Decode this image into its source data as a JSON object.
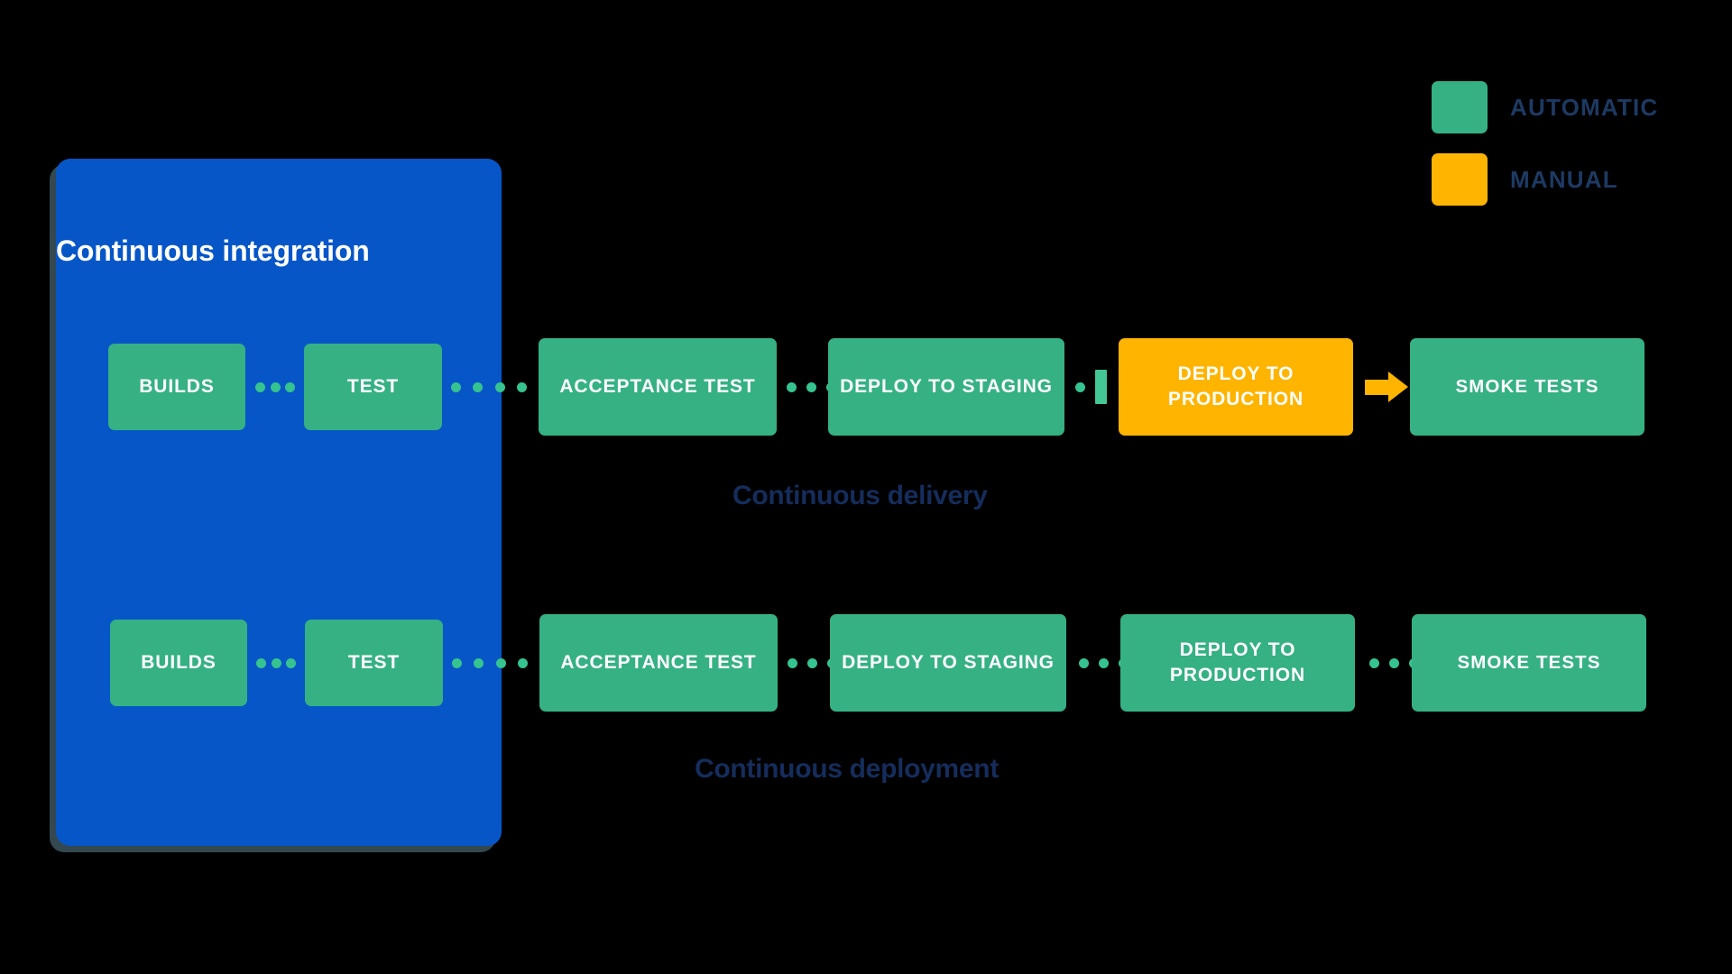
{
  "diagram": {
    "title": "Continuous integration",
    "ci_panel": {
      "label": "Continuous integration",
      "color": "#0656c8",
      "stages": [
        {
          "label": "BUILDS",
          "type": "automatic"
        },
        {
          "label": "TEST",
          "type": "automatic"
        }
      ]
    },
    "legend": {
      "items": [
        {
          "label": "AUTOMATIC",
          "color": "#35b183"
        },
        {
          "label": "MANUAL",
          "color": "#ffb400"
        }
      ]
    },
    "rows": [
      {
        "caption": "Continuous delivery",
        "stages": [
          {
            "label": "BUILDS",
            "type": "automatic"
          },
          {
            "label": "TEST",
            "type": "automatic"
          },
          {
            "label": "ACCEPTANCE TEST",
            "type": "automatic"
          },
          {
            "label": "DEPLOY TO STAGING",
            "type": "automatic"
          },
          {
            "label": "DEPLOY TO PRODUCTION",
            "type": "manual"
          },
          {
            "label": "SMOKE TESTS",
            "type": "automatic"
          }
        ],
        "connectors": [
          "dotted",
          "dotted",
          "dotted",
          "gate",
          "arrow"
        ]
      },
      {
        "caption": "Continuous deployment",
        "stages": [
          {
            "label": "BUILDS",
            "type": "automatic"
          },
          {
            "label": "TEST",
            "type": "automatic"
          },
          {
            "label": "ACCEPTANCE TEST",
            "type": "automatic"
          },
          {
            "label": "DEPLOY TO STAGING",
            "type": "automatic"
          },
          {
            "label": "DEPLOY TO PRODUCTION",
            "type": "automatic"
          },
          {
            "label": "SMOKE TESTS",
            "type": "automatic"
          }
        ],
        "connectors": [
          "dotted",
          "dotted",
          "dotted",
          "dotted",
          "dotted"
        ]
      }
    ],
    "colors": {
      "automatic": "#35b183",
      "manual": "#ffb400",
      "panel": "#0656c8",
      "caption_text": "#152d5c",
      "legend_text": "#1d3a63",
      "connector_dot": "#35c48f",
      "background": "#000000"
    }
  }
}
